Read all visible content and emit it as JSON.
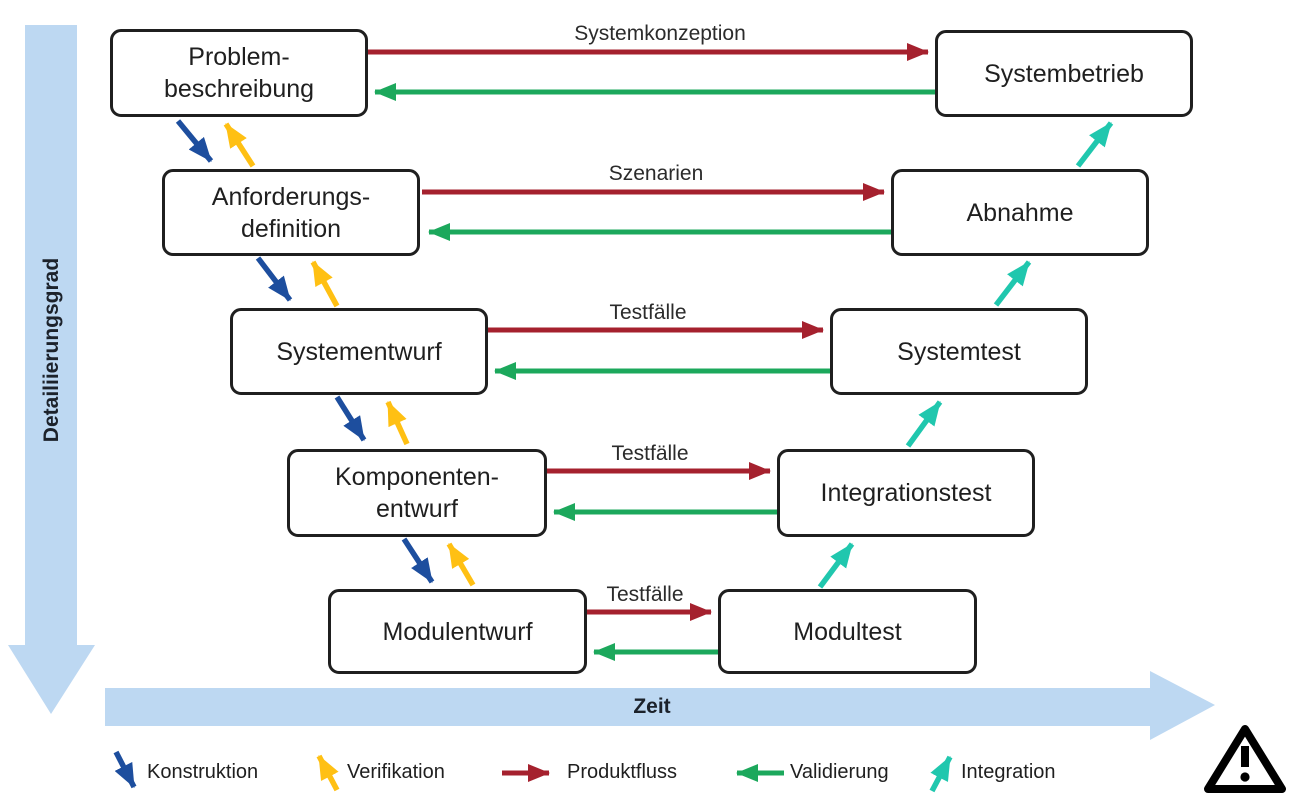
{
  "colors": {
    "konstruktion": "#1D4E9E",
    "verifikation": "#FFC013",
    "produktfluss": "#A5212E",
    "validierung": "#1CA85C",
    "integration": "#20C7AE",
    "axis": "#BDD8F2",
    "text": "#1F1F1F"
  },
  "axes": {
    "vertical_label": "Detailiierungsgrad",
    "horizontal_label": "Zeit"
  },
  "phases": {
    "left": [
      "Problem-\nbeschreibung",
      "Anforderungs-\ndefinition",
      "Systementwurf",
      "Komponenten-\nentwurf",
      "Modulentwurf"
    ],
    "right": [
      "Systembetrieb",
      "Abnahme",
      "Systemtest",
      "Integrationstest",
      "Modultest"
    ]
  },
  "flow_labels": [
    "Systemkonzeption",
    "Szenarien",
    "Testfälle",
    "Testfälle",
    "Testfälle"
  ],
  "legend": [
    {
      "id": "konstruktion",
      "label": "Konstruktion",
      "icon": "arrow-down-right-icon"
    },
    {
      "id": "verifikation",
      "label": "Verifikation",
      "icon": "arrow-up-left-icon"
    },
    {
      "id": "produktfluss",
      "label": "Produktfluss",
      "icon": "arrow-right-icon"
    },
    {
      "id": "validierung",
      "label": "Validierung",
      "icon": "arrow-left-icon"
    },
    {
      "id": "integration",
      "label": "Integration",
      "icon": "arrow-up-right-icon"
    }
  ],
  "icons": {
    "bottom_right": "warning-triangle"
  }
}
